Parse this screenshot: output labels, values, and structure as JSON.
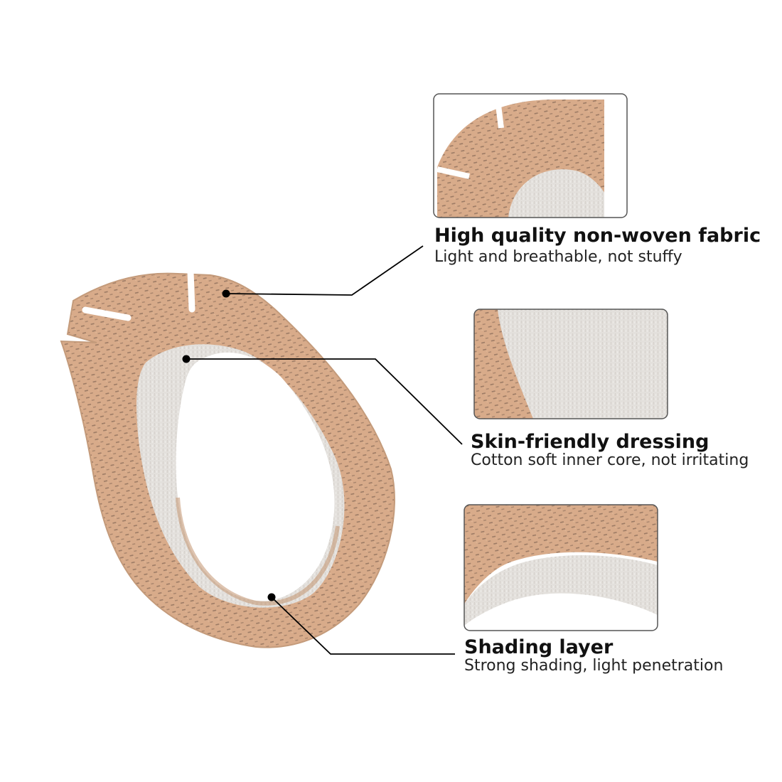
{
  "features": [
    {
      "title": "High quality non-woven fabric",
      "description": "Light and breathable, not stuffy"
    },
    {
      "title": "Skin-friendly dressing",
      "description": "Cotton soft inner core, not irritating"
    },
    {
      "title": "Shading layer",
      "description": "Strong shading, light penetration"
    }
  ],
  "colors": {
    "fabric": "#d8ab8a",
    "fabric_dark": "#c29470",
    "dressing": "#e3e0dc",
    "text": "#111111",
    "leader_line": "#000000",
    "frame_border": "#555555"
  }
}
